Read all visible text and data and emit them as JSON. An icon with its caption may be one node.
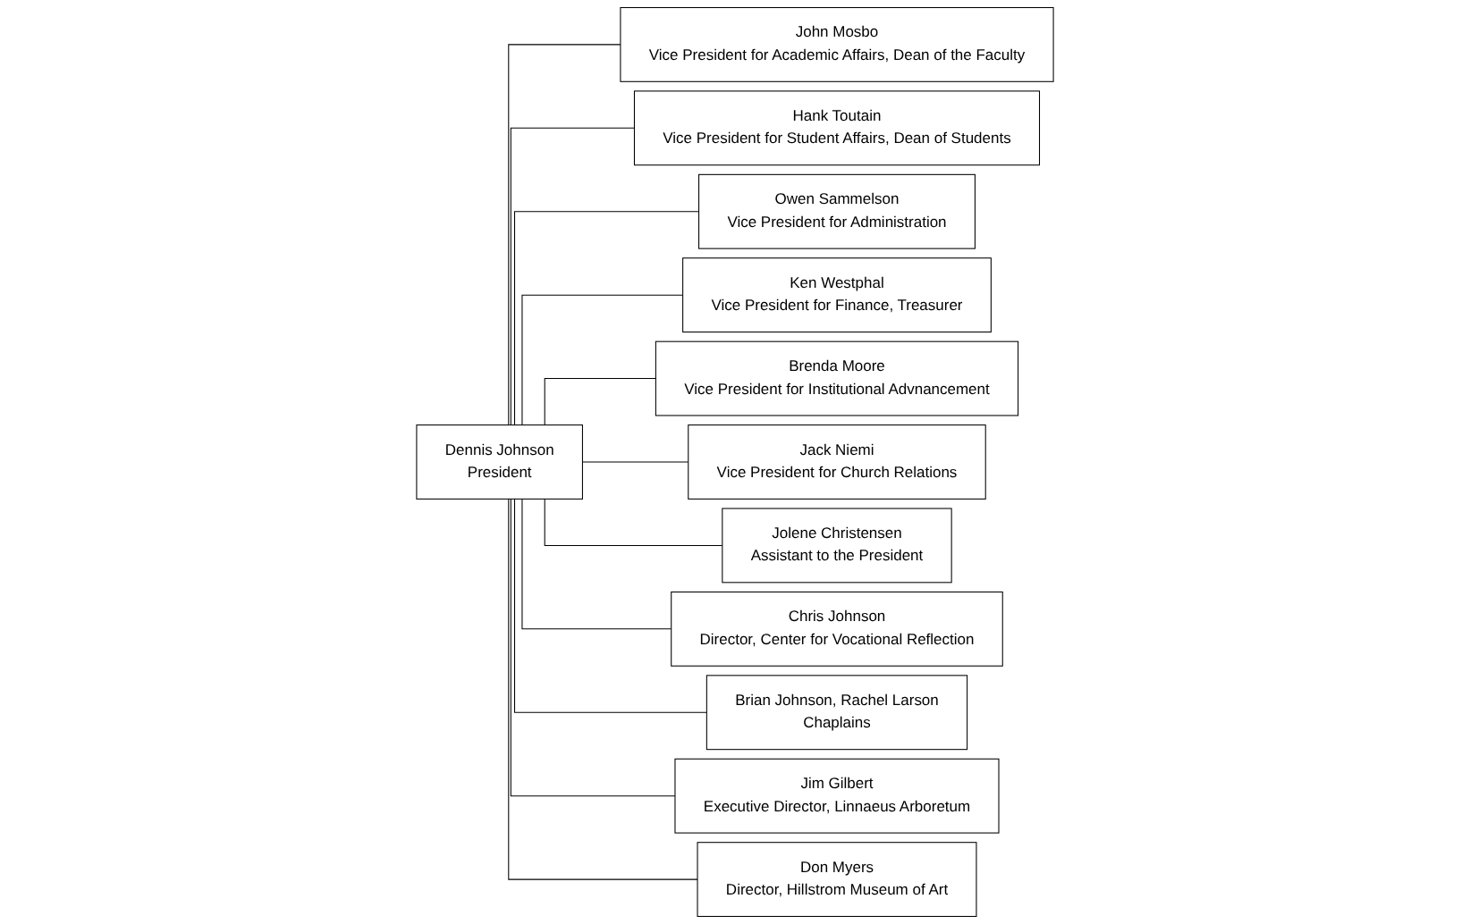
{
  "diagram": {
    "nodes": [
      {
        "text": [
          "Dennis Johnson",
          "President"
        ]
      },
      {
        "text": [
          "John Mosbo",
          "Vice President for Academic Affairs, Dean of the Faculty"
        ]
      },
      {
        "text": [
          "Hank Toutain",
          "Vice President for Student Affairs, Dean of Students"
        ]
      },
      {
        "text": [
          "Owen Sammelson",
          "Vice President for Administration"
        ]
      },
      {
        "text": [
          "Ken Westphal",
          "Vice President for Finance, Treasurer"
        ]
      },
      {
        "text": [
          "Brenda Moore",
          "Vice President for Institutional Advnancement"
        ]
      },
      {
        "text": [
          "Jack Niemi",
          "Vice President for Church Relations"
        ]
      },
      {
        "text": [
          "Jolene Christensen",
          "Assistant to the President"
        ]
      },
      {
        "text": [
          "Chris Johnson",
          "Director, Center for Vocational Reflection"
        ]
      },
      {
        "text": [
          "Brian Johnson, Rachel Larson",
          "Chaplains"
        ]
      },
      {
        "text": [
          "Jim Gilbert",
          "Executive Director, Linnaeus Arboretum"
        ]
      },
      {
        "text": [
          "Don Myers",
          "Director, Hillstrom Museum of Art"
        ]
      }
    ],
    "edges": [
      {
        "from": 0,
        "to": 1,
        "arrow": "none"
      },
      {
        "from": 0,
        "to": 2,
        "arrow": "none"
      },
      {
        "from": 0,
        "to": 3,
        "arrow": "none"
      },
      {
        "from": 0,
        "to": 4,
        "arrow": "none"
      },
      {
        "from": 0,
        "to": 5,
        "arrow": "none"
      },
      {
        "from": 0,
        "to": 6,
        "arrow": "none"
      },
      {
        "from": 0,
        "to": 7,
        "arrow": "none"
      },
      {
        "from": 0,
        "to": 8,
        "arrow": "none"
      },
      {
        "from": 0,
        "to": 9,
        "arrow": "none"
      },
      {
        "from": 0,
        "to": 10,
        "arrow": "none"
      },
      {
        "from": 0,
        "to": 11,
        "arrow": "none"
      }
    ]
  }
}
